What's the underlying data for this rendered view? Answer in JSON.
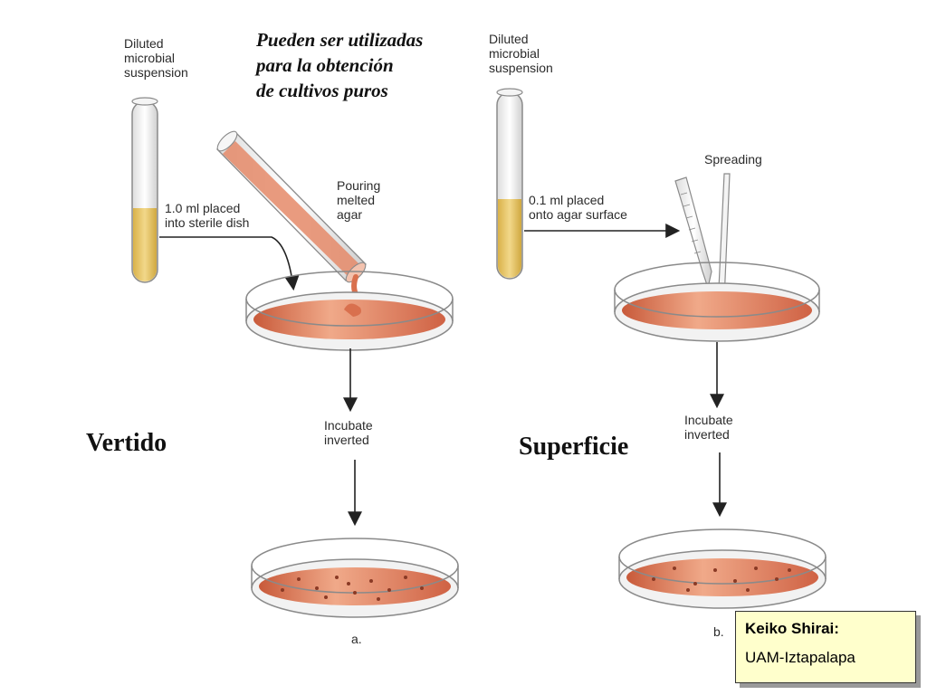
{
  "headline": [
    "Pueden ser utilizadas",
    "para la obtención",
    "de cultivos puros"
  ],
  "methods": {
    "pour": "Vertido",
    "spread": "Superficie"
  },
  "pour_panel": {
    "tube_label": [
      "Diluted",
      "microbial",
      "suspension"
    ],
    "placed_label": [
      "1.0 ml placed",
      "into sterile dish"
    ],
    "pouring_label": [
      "Pouring",
      "melted",
      "agar"
    ],
    "incubate_label": [
      "Incubate",
      "inverted"
    ],
    "panel_letter": "a."
  },
  "spread_panel": {
    "tube_label": [
      "Diluted",
      "microbial",
      "suspension"
    ],
    "placed_label": [
      "0.1 ml placed",
      "onto agar surface"
    ],
    "spreading_label": "Spreading",
    "incubate_label": [
      "Incubate",
      "inverted"
    ],
    "panel_letter": "b."
  },
  "credit": {
    "name": "Keiko Shirai:",
    "institution": "UAM-Iztapalapa"
  },
  "colors": {
    "agar": "#d9704e",
    "agar_light": "#eea58a",
    "suspension": "#e8c66a",
    "glass_edge": "#8a8a8a",
    "arrow": "#222222",
    "credit_bg": "#ffffcc"
  }
}
